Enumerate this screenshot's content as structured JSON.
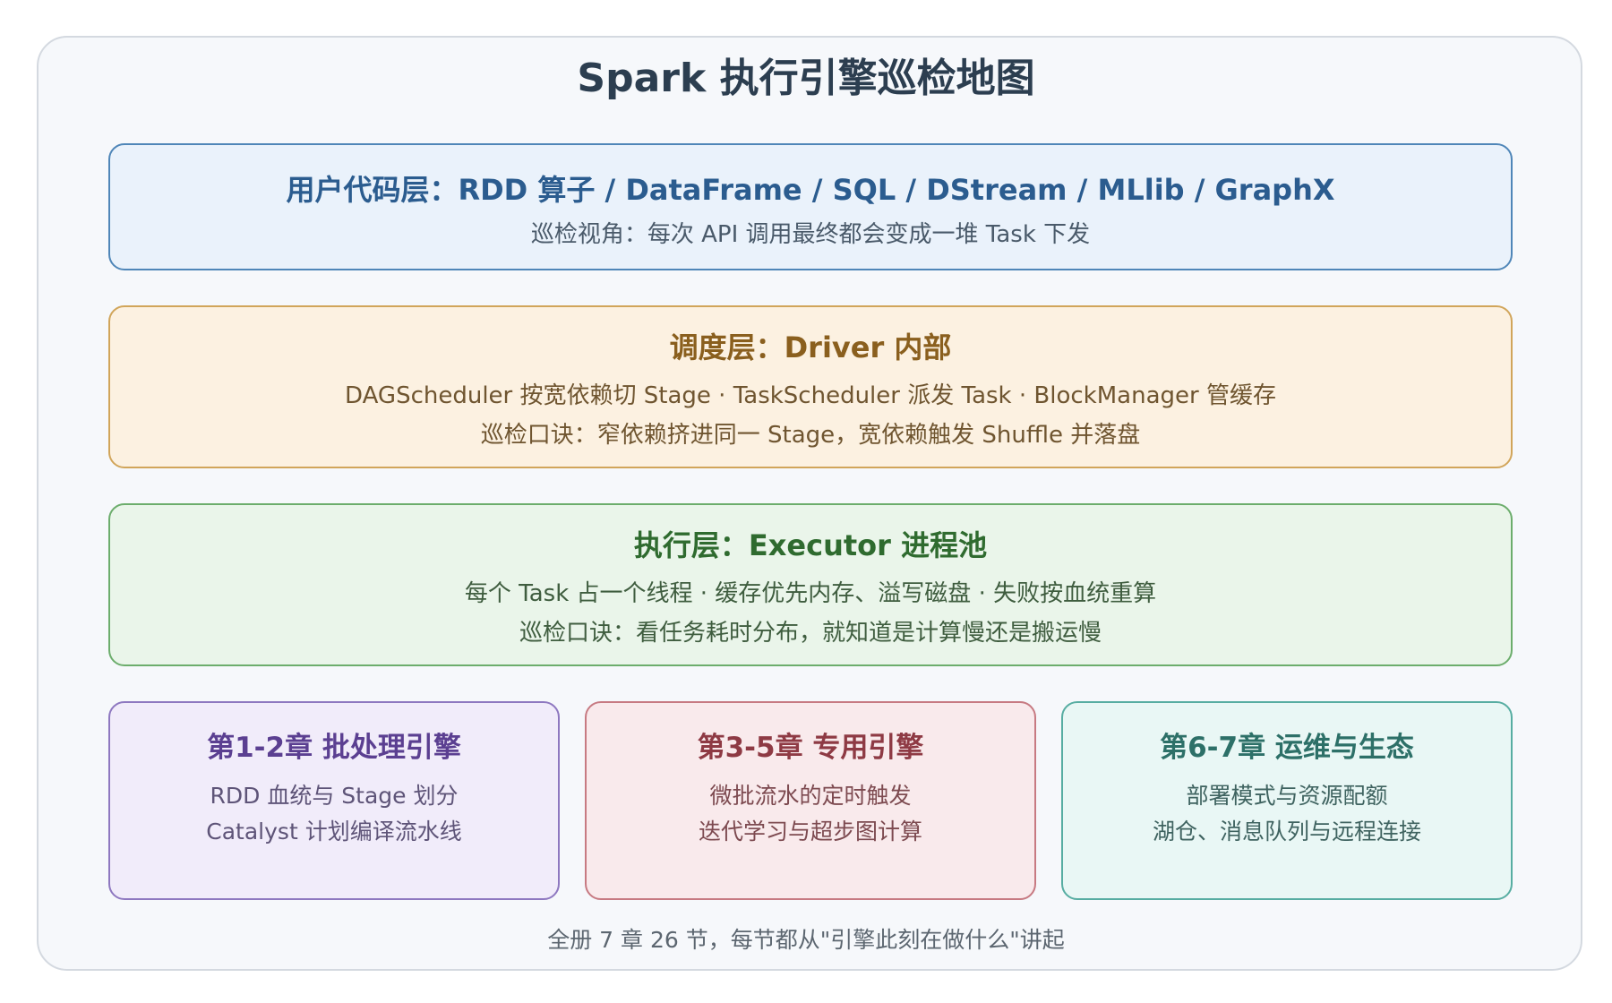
{
  "title": "Spark 执行引擎巡检地图",
  "layers": {
    "user_code": {
      "heading": "用户代码层：RDD 算子 / DataFrame / SQL / DStream / MLlib / GraphX",
      "lines": [
        "巡检视角：每次 API 调用最终都会变成一堆 Task 下发"
      ]
    },
    "scheduling": {
      "heading": "调度层：Driver 内部",
      "lines": [
        "DAGScheduler 按宽依赖切 Stage · TaskScheduler 派发 Task · BlockManager 管缓存",
        "巡检口诀：窄依赖挤进同一 Stage，宽依赖触发 Shuffle 并落盘"
      ]
    },
    "execution": {
      "heading": "执行层：Executor 进程池",
      "lines": [
        "每个 Task 占一个线程 · 缓存优先内存、溢写磁盘 · 失败按血统重算",
        "巡检口诀：看任务耗时分布，就知道是计算慢还是搬运慢"
      ]
    }
  },
  "chapters": [
    {
      "heading": "第1-2章 批处理引擎",
      "lines": [
        "RDD 血统与 Stage 划分",
        "Catalyst 计划编译流水线"
      ]
    },
    {
      "heading": "第3-5章 专用引擎",
      "lines": [
        "微批流水的定时触发",
        "迭代学习与超步图计算"
      ]
    },
    {
      "heading": "第6-7章 运维与生态",
      "lines": [
        "部署模式与资源配额",
        "湖仓、消息队列与远程连接"
      ]
    }
  ],
  "footer": "全册 7 章 26 节，每节都从\"引擎此刻在做什么\"讲起",
  "colors": {
    "user_code": "#4f86b8",
    "scheduling": "#d1a55a",
    "execution": "#6cad6c",
    "chapter_batch": "#8e78c0",
    "chapter_special": "#c77a82",
    "chapter_ops": "#57ada2"
  }
}
